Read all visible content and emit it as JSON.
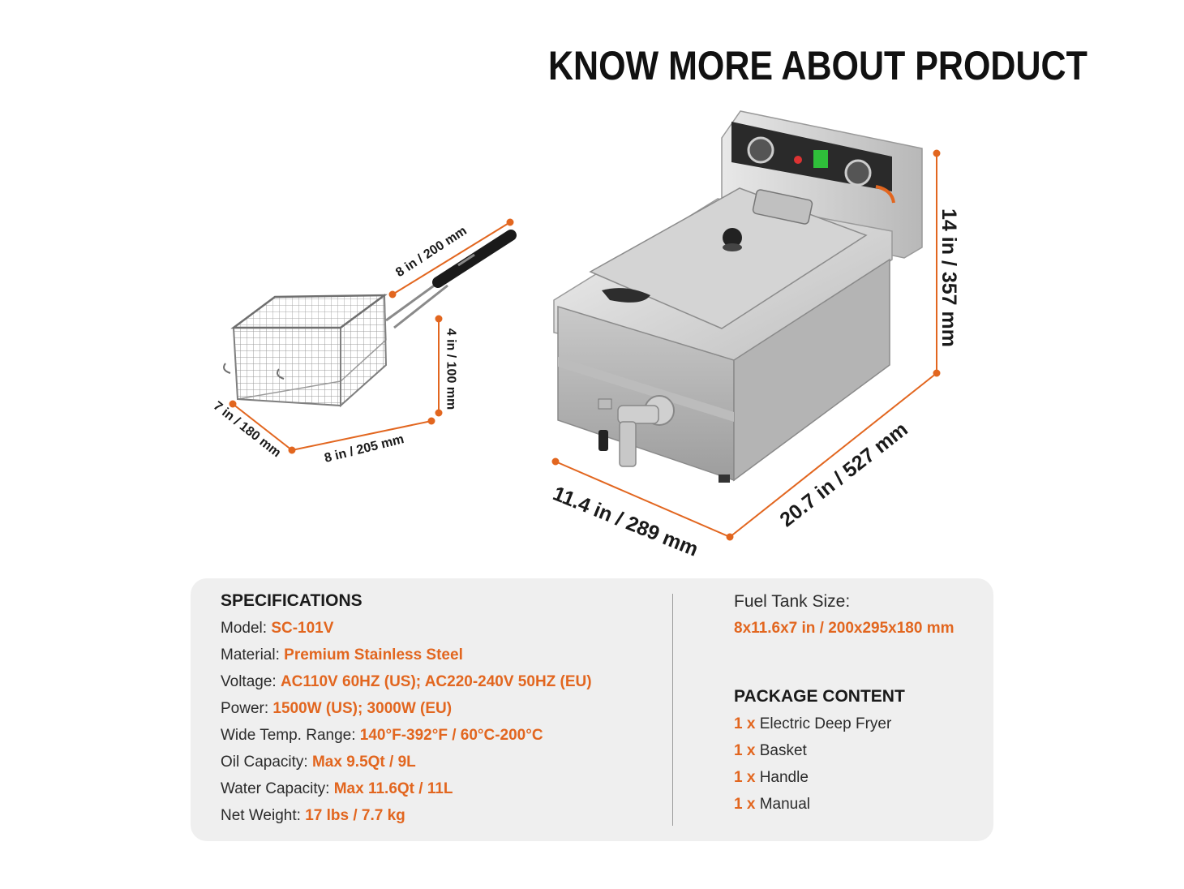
{
  "title": "KNOW MORE ABOUT PRODUCT",
  "dimensions": {
    "basket_handle": "8 in / 200 mm",
    "basket_height": "4 in / 100 mm",
    "basket_width": "7 in / 180 mm",
    "basket_length": "8 in / 205 mm",
    "fryer_height": "14 in / 357 mm",
    "fryer_width": "11.4 in / 289 mm",
    "fryer_depth": "20.7 in / 527 mm"
  },
  "colors": {
    "accent": "#e2661f",
    "card": "#efefef",
    "dimension_line": "#e2661f"
  },
  "specifications": {
    "heading": "SPECIFICATIONS",
    "rows": [
      {
        "label": "Model:",
        "value": "SC-101V"
      },
      {
        "label": "Material:",
        "value": "Premium Stainless Steel"
      },
      {
        "label": "Voltage:",
        "value": "AC110V 60HZ (US); AC220-240V 50HZ (EU)"
      },
      {
        "label": "Power:",
        "value": "1500W (US); 3000W (EU)"
      },
      {
        "label": "Wide Temp. Range:",
        "value": "140°F-392°F / 60°C-200°C"
      },
      {
        "label": "Oil Capacity:",
        "value": "Max 9.5Qt / 9L"
      },
      {
        "label": "Water Capacity:",
        "value": "Max 11.6Qt / 11L"
      },
      {
        "label": "Net Weight:",
        "value": "17 lbs / 7.7 kg"
      }
    ]
  },
  "fuel_tank": {
    "label": "Fuel Tank Size:",
    "value": "8x11.6x7 in / 200x295x180 mm"
  },
  "package": {
    "heading": "PACKAGE CONTENT",
    "items": [
      {
        "qty": "1 x",
        "name": "Electric Deep Fryer"
      },
      {
        "qty": "1 x",
        "name": "Basket"
      },
      {
        "qty": "1 x",
        "name": "Handle"
      },
      {
        "qty": "1 x",
        "name": "Manual"
      }
    ]
  }
}
